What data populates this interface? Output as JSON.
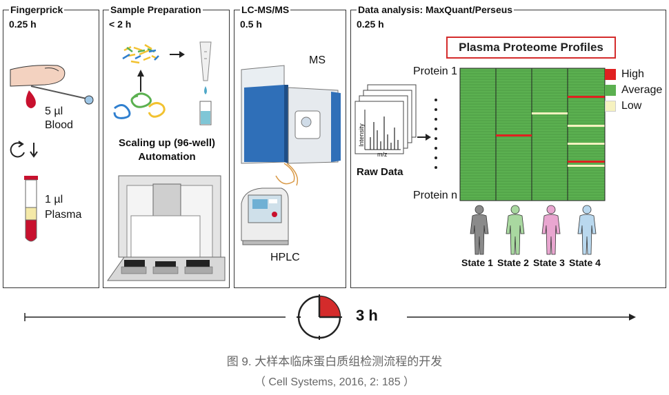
{
  "panels": [
    {
      "title": "Fingerprick",
      "time": "0.25 h"
    },
    {
      "title": "Sample Preparation",
      "time": "< 2 h"
    },
    {
      "title": "LC-MS/MS",
      "time": "0.5 h"
    },
    {
      "title": "Data analysis: MaxQuant/Perseus",
      "time": "0.25 h"
    }
  ],
  "fingerprick": {
    "blood_volume": "5 µl",
    "blood_label": "Blood",
    "plasma_volume": "1 µl",
    "plasma_label": "Plasma"
  },
  "sample_prep": {
    "scaling_line1": "Scaling up (96-well)",
    "scaling_line2": "Automation"
  },
  "lcms": {
    "ms_label": "MS",
    "hplc_label": "HPLC"
  },
  "analysis": {
    "title": "Plasma Proteome Profiles",
    "raw_data_label": "Raw Data",
    "intensity_label": "Intensity",
    "mz_label": "m/z",
    "protein_first": "Protein 1",
    "protein_last": "Protein n",
    "legend": [
      {
        "label": "High",
        "color": "#e02020"
      },
      {
        "label": "Average",
        "color": "#5bb050"
      },
      {
        "label": "Low",
        "color": "#f6f2c0"
      }
    ],
    "states": [
      {
        "label": "State 1",
        "color": "#8a8a8a"
      },
      {
        "label": "State 2",
        "color": "#a9d8a0"
      },
      {
        "label": "State 3",
        "color": "#e9a6d0"
      },
      {
        "label": "State 4",
        "color": "#b9d8ee"
      }
    ]
  },
  "timeline": {
    "total": "3 h"
  },
  "caption": {
    "line1": "图 9. 大样本临床蛋白质组检测流程的开发",
    "line2": "（ Cell Systems, 2016, 2: 185 ）"
  }
}
